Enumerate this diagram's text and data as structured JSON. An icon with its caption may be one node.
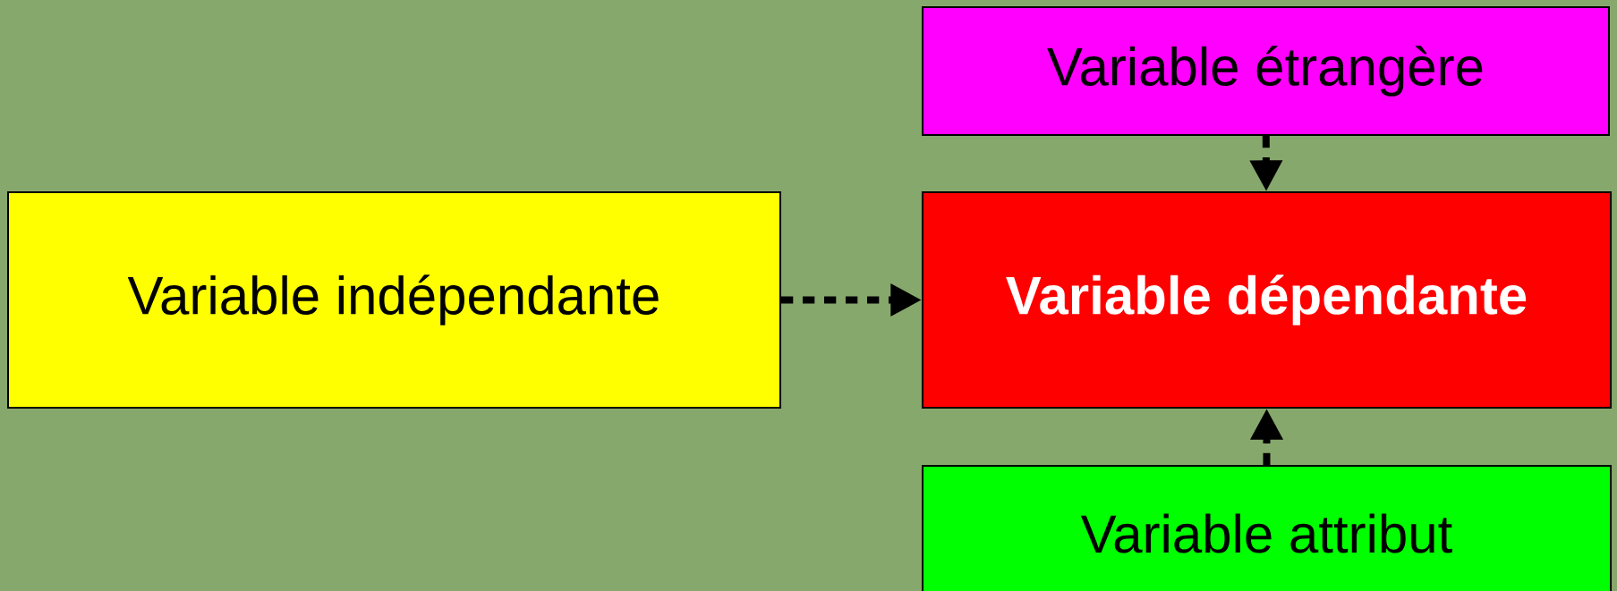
{
  "diagram": {
    "nodes": [
      {
        "text": [
          "Variable étrangère"
        ]
      },
      {
        "text": [
          "Variable indépendante"
        ]
      },
      {
        "text": [
          "Variable dépendante"
        ]
      },
      {
        "text": [
          "Variable attribut"
        ]
      }
    ],
    "edges": [
      {
        "from": 1,
        "to": 2,
        "arrow": "to",
        "style": "dashed"
      },
      {
        "from": 0,
        "to": 2,
        "arrow": "to",
        "style": "dashed"
      },
      {
        "from": 3,
        "to": 2,
        "arrow": "to",
        "style": "dashed"
      }
    ]
  }
}
